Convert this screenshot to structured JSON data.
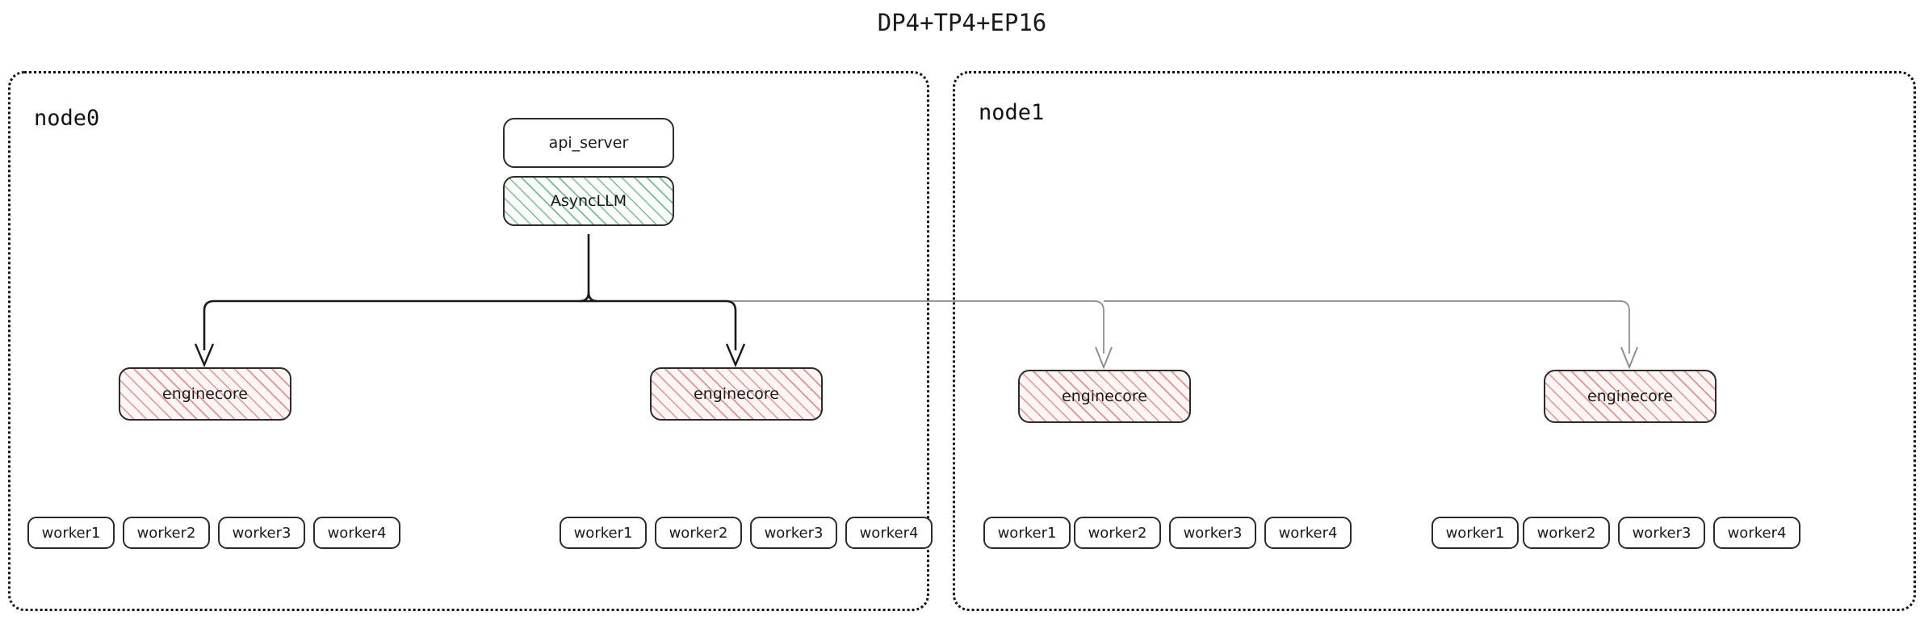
{
  "title": "DP4+TP4+EP16",
  "colors": {
    "border": "#2b2b2b",
    "container_border": "#111111",
    "async_hatch": "#54b873",
    "engine_hatch": "#e06e68",
    "edge_dark": "#1a1a1a",
    "edge_light": "#8a8a8a",
    "background": "#ffffff"
  },
  "nodes": [
    {
      "label": "node0",
      "engines": [
        {
          "label": "enginecore",
          "workers": [
            {
              "label": "worker1"
            },
            {
              "label": "worker2"
            },
            {
              "label": "worker3"
            },
            {
              "label": "worker4"
            }
          ]
        },
        {
          "label": "enginecore",
          "workers": [
            {
              "label": "worker1"
            },
            {
              "label": "worker2"
            },
            {
              "label": "worker3"
            },
            {
              "label": "worker4"
            }
          ]
        }
      ]
    },
    {
      "label": "node1",
      "engines": [
        {
          "label": "enginecore",
          "workers": [
            {
              "label": "worker1"
            },
            {
              "label": "worker2"
            },
            {
              "label": "worker3"
            },
            {
              "label": "worker4"
            }
          ]
        },
        {
          "label": "enginecore",
          "workers": [
            {
              "label": "worker1"
            },
            {
              "label": "worker2"
            },
            {
              "label": "worker3"
            },
            {
              "label": "worker4"
            }
          ]
        }
      ]
    }
  ],
  "frontend": {
    "api_server": "api_server",
    "async_llm": "AsyncLLM"
  }
}
